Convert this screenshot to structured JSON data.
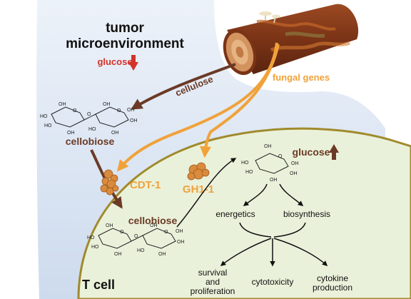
{
  "microenvironment": {
    "title_line1": "tumor",
    "title_line2": "microenvironment",
    "glucose_low": "glucose"
  },
  "log": {
    "cellulose": "cellulose",
    "fungal_genes": "fungal genes"
  },
  "cell": {
    "name": "T cell",
    "cellobiose_outside": "cellobiose",
    "cellobiose_inside": "cellobiose",
    "transporter": "CDT-1",
    "enzyme": "GH1-1",
    "glucose_high": "glucose",
    "energetics": "energetics",
    "biosynthesis": "biosynthesis",
    "outcomes": [
      {
        "line1": "survival",
        "line2": "and",
        "line3": "proliferation"
      },
      {
        "line1": "cytotoxicity"
      },
      {
        "line1": "cytokine",
        "line2": "production"
      }
    ]
  },
  "molecule_labels": {
    "oh": "OH",
    "ho": "HO",
    "o": "O"
  },
  "colors": {
    "brown_arrow": "#6b3a26",
    "orange_arrow": "#f0a23a",
    "red_down": "#d4322a",
    "cell_fill": "#eaf1da",
    "cell_border": "#a08a2c",
    "env_fill": "#d9e4f2",
    "protein": "#d98a3c"
  }
}
